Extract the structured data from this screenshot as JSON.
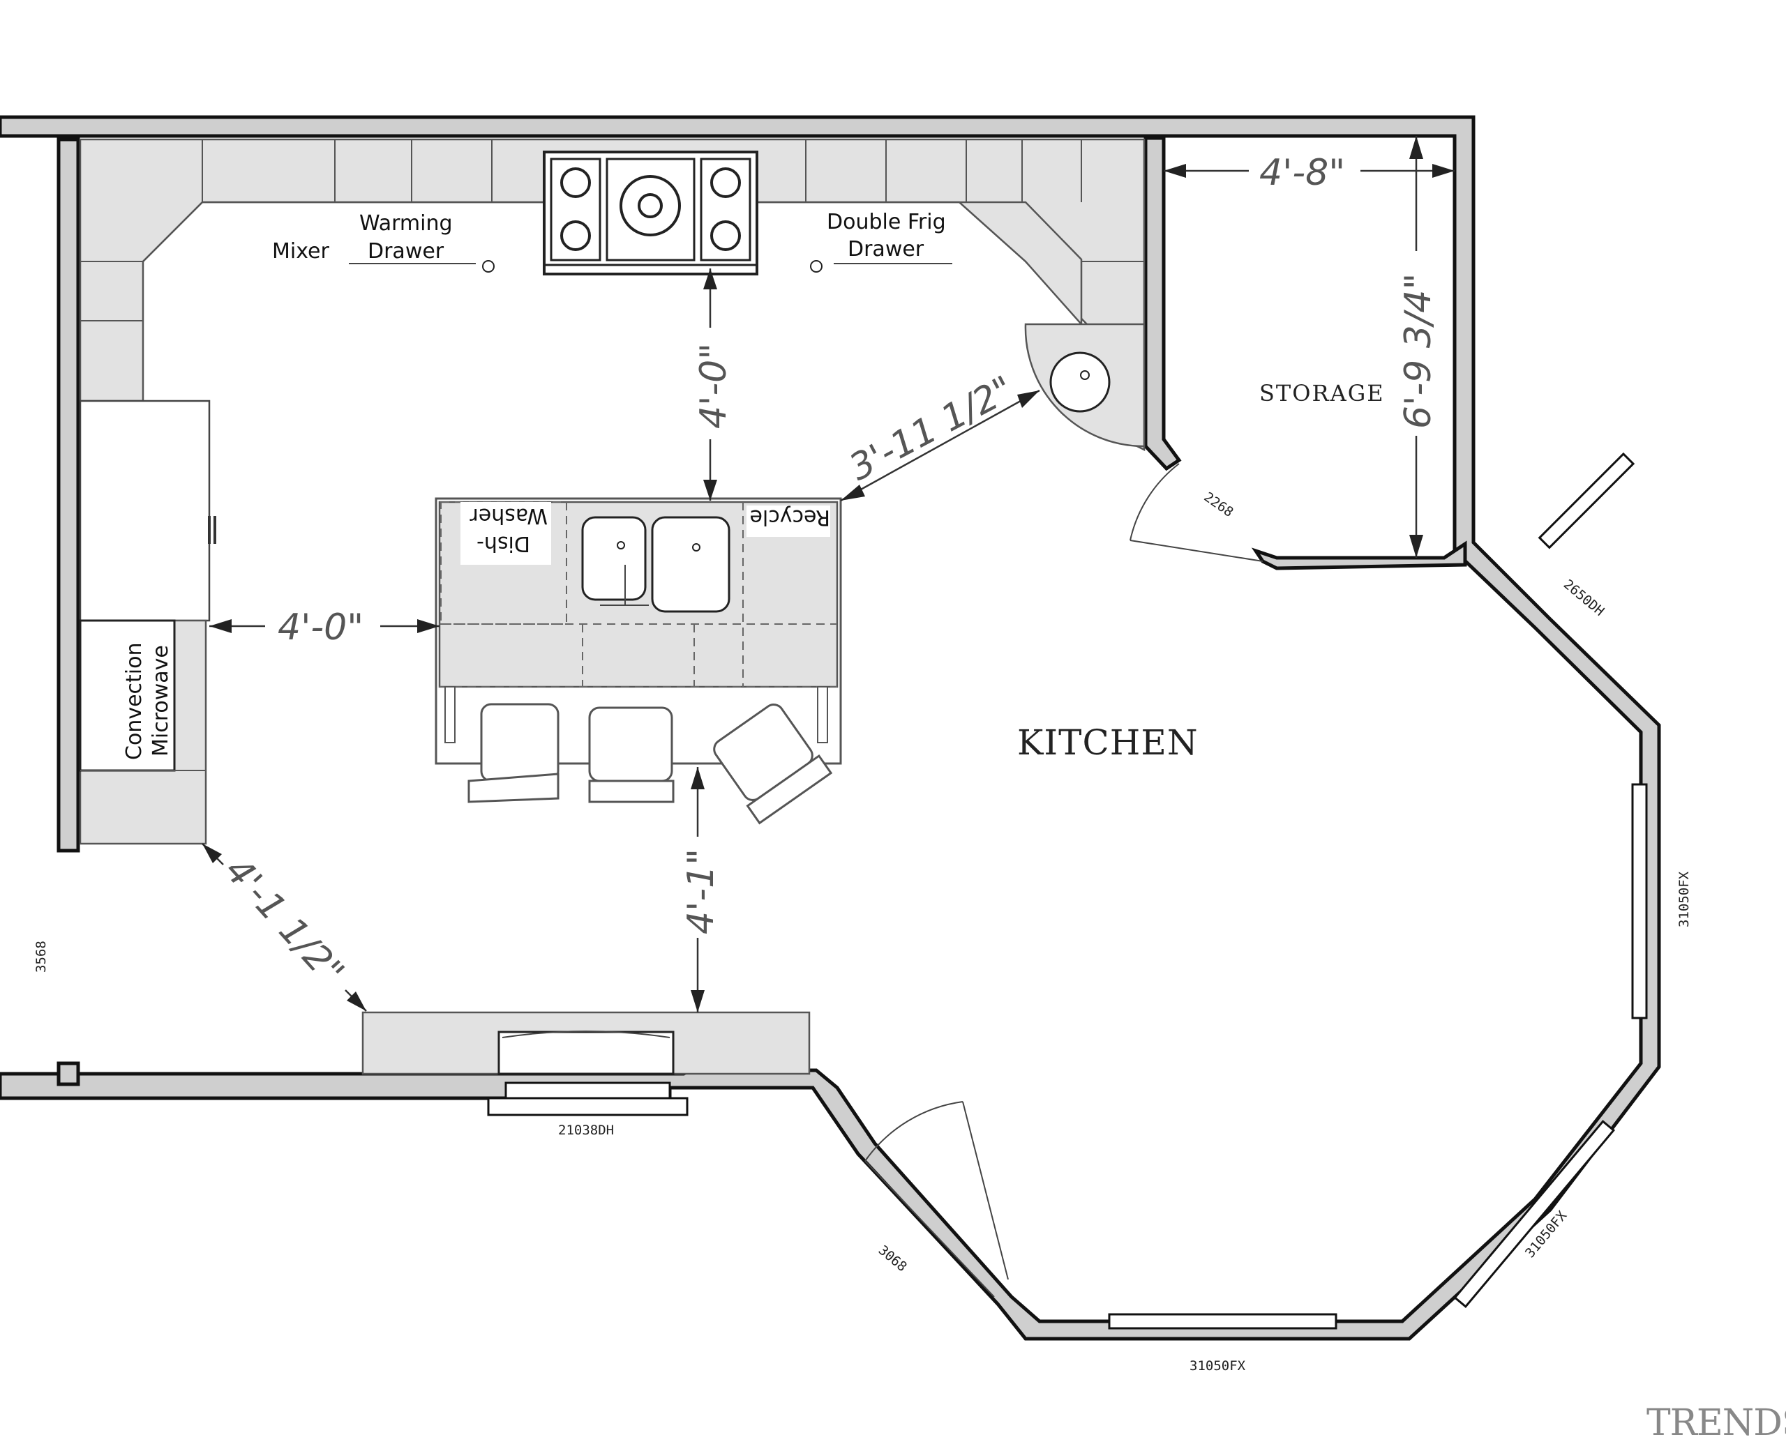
{
  "labels": {
    "mixer": "Mixer",
    "warming_1": "Warming",
    "warming_2": "Drawer",
    "frig_1": "Double Frig",
    "frig_2": "Drawer",
    "dish_1": "Dish-",
    "dish_2": "Washer",
    "recycle": "Recycle",
    "convection": "Convection",
    "microwave": "Microwave",
    "kitchen": "KITCHEN",
    "storage": "STORAGE"
  },
  "dimensions": {
    "storage_width": "4'-8\"",
    "storage_depth": "6'-9 3/4\"",
    "range_to_island": "4'-0\"",
    "island_to_corner": "3'-11 1/2\"",
    "wall_to_island": "4'-0\"",
    "island_to_counter": "4'-1\"",
    "corner_to_counter": "4'-1 1/2\""
  },
  "tags": {
    "storage_door": "2268",
    "window_ne": "2650DH",
    "window_e": "31050FX",
    "window_se": "31050FX",
    "window_s": "31050FX",
    "entry_door": "3068",
    "window_sink": "21038DH",
    "west_door": "3568"
  },
  "watermark": "TRENDS"
}
